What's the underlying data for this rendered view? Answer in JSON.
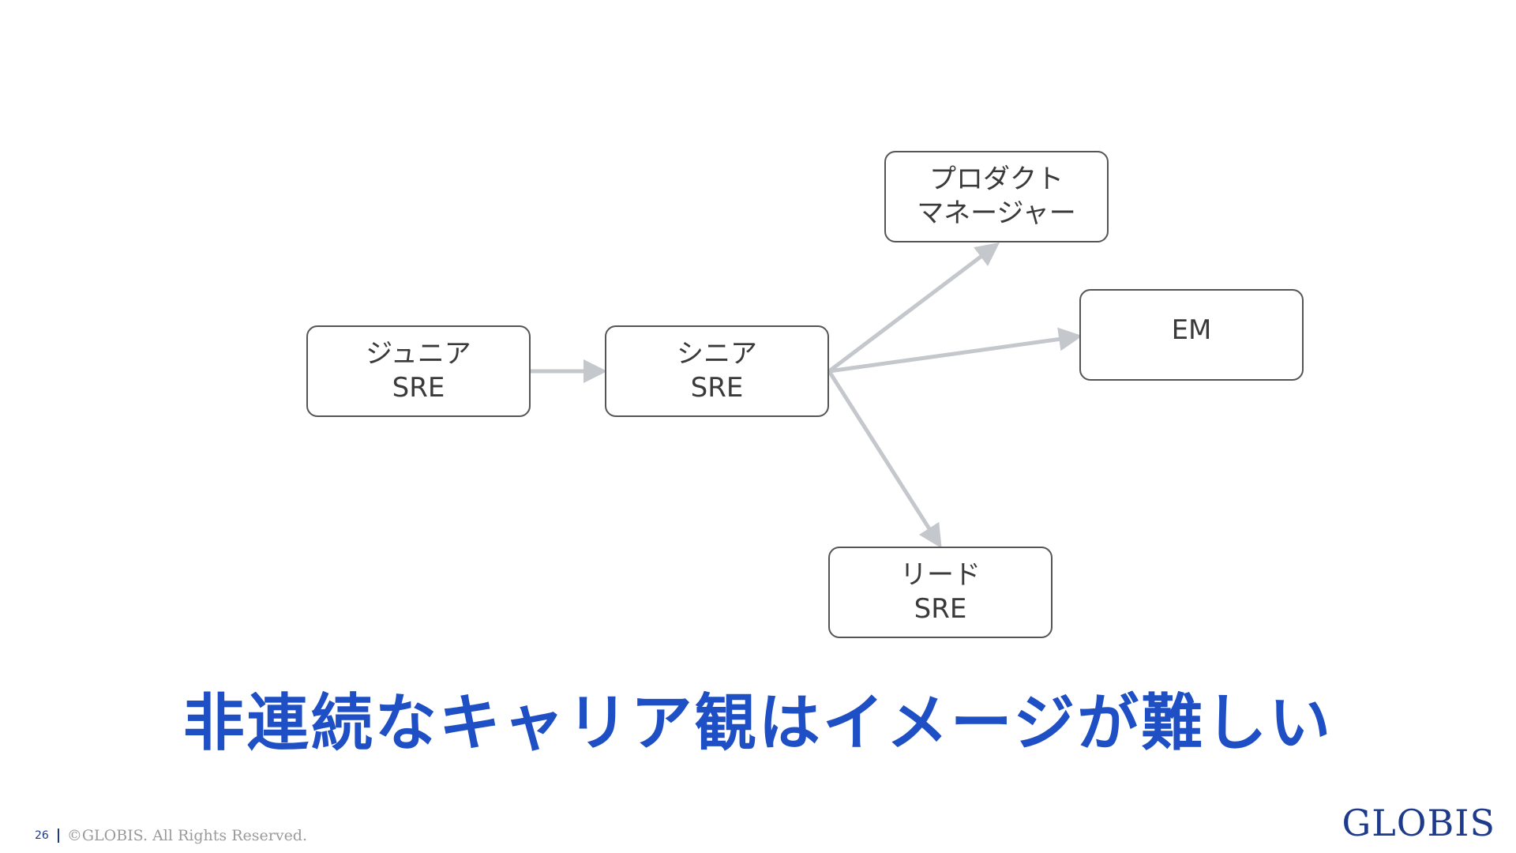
{
  "diagram": {
    "nodes": [
      {
        "id": "junior",
        "line1": "ジュニア",
        "line2": "SRE"
      },
      {
        "id": "senior",
        "line1": "シニア",
        "line2": "SRE"
      },
      {
        "id": "pm",
        "line1": "プロダクト",
        "line2": "マネージャー"
      },
      {
        "id": "em",
        "line1": "EM",
        "line2": ""
      },
      {
        "id": "lead",
        "line1": "リード",
        "line2": "SRE"
      }
    ],
    "edges": [
      {
        "from": "junior",
        "to": "senior"
      },
      {
        "from": "senior",
        "to": "pm"
      },
      {
        "from": "senior",
        "to": "em"
      },
      {
        "from": "senior",
        "to": "lead"
      }
    ],
    "edge_color": "#c4c7cc",
    "node_border_color": "#555555"
  },
  "headline": {
    "text": "非連続なキャリア観はイメージが難しい",
    "color": "#1e4fc4"
  },
  "footer": {
    "page_number": "26",
    "copyright": "©GLOBIS. All Rights Reserved."
  },
  "logo": {
    "text": "GLOBIS",
    "color": "#1e3a8a"
  }
}
